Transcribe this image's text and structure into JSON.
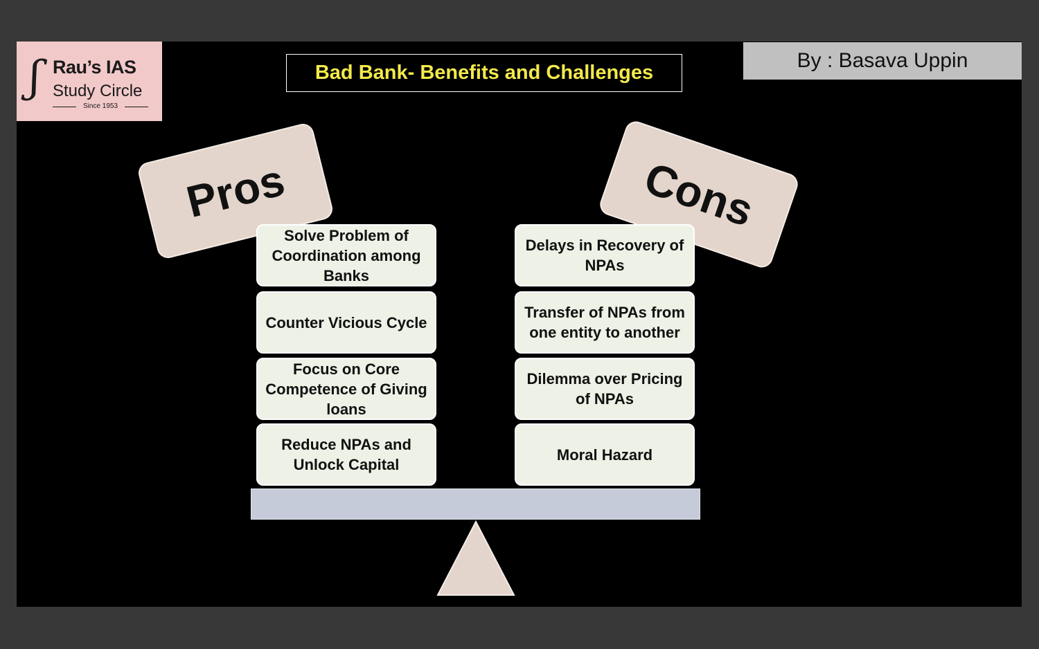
{
  "logo": {
    "mark": "ʃ",
    "line1": "Rau’s IAS",
    "line2": "Study Circle",
    "since": "Since 1953"
  },
  "title": "Bad Bank- Benefits and Challenges",
  "author": "By : Basava Uppin",
  "pros": {
    "label": "Pros",
    "items": [
      "Solve Problem of Coordination among Banks",
      "Counter Vicious Cycle",
      "Focus on Core Competence of Giving loans",
      "Reduce NPAs and Unlock Capital"
    ]
  },
  "cons": {
    "label": "Cons",
    "items": [
      "Delays in Recovery of NPAs",
      "Transfer of NPAs from one entity to another",
      "Dilemma over Pricing of NPAs",
      "Moral Hazard"
    ]
  },
  "colors": {
    "title_text": "#f3ea4a",
    "tag_fill": "#e3d5cc",
    "box_fill": "#edf1e6",
    "beam_fill": "#c6cbd9",
    "fulcrum_fill": "#e3d5cc",
    "logo_bg": "#f2c9c9"
  }
}
